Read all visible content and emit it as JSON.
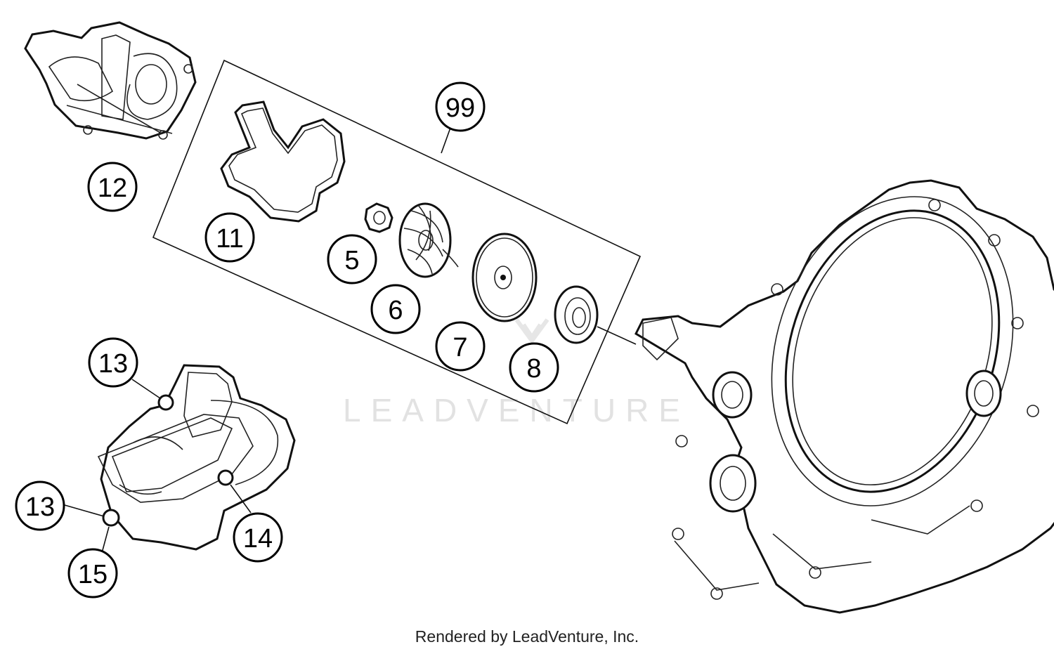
{
  "watermark": "LEADVENTURE",
  "credit": "Rendered by LeadVenture, Inc.",
  "callouts": [
    {
      "id": "12",
      "label": "12"
    },
    {
      "id": "11",
      "label": "11"
    },
    {
      "id": "99",
      "label": "99"
    },
    {
      "id": "5",
      "label": "5"
    },
    {
      "id": "6",
      "label": "6"
    },
    {
      "id": "7",
      "label": "7"
    },
    {
      "id": "8",
      "label": "8"
    },
    {
      "id": "13a",
      "label": "13"
    },
    {
      "id": "13b",
      "label": "13"
    },
    {
      "id": "14",
      "label": "14"
    },
    {
      "id": "15",
      "label": "15"
    }
  ]
}
